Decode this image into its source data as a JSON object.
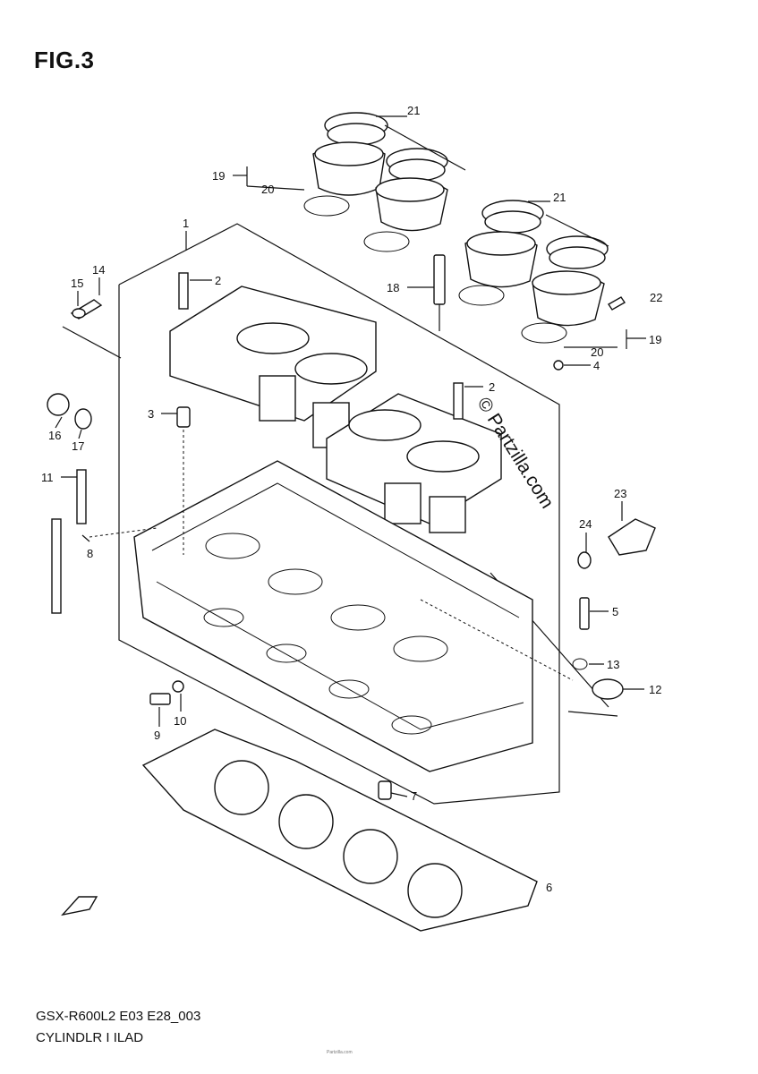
{
  "figure": {
    "title": "FIG.3",
    "model_code": "GSX-R600L2 E03 E28_003",
    "section_name": "CYLINDLR I ILAD",
    "watermark": "© Partzilla.com",
    "fine_print": "Partzilla.com"
  },
  "callouts": [
    "21",
    "19",
    "20",
    "21",
    "1",
    "14",
    "15",
    "2",
    "22",
    "18",
    "20",
    "19",
    "4",
    "2",
    "3",
    "16",
    "17",
    "11",
    "23",
    "8",
    "24",
    "5",
    "13",
    "12",
    "10",
    "9",
    "7",
    "6"
  ],
  "icons": {
    "forward_arrow": "fwd-arrow-icon"
  }
}
